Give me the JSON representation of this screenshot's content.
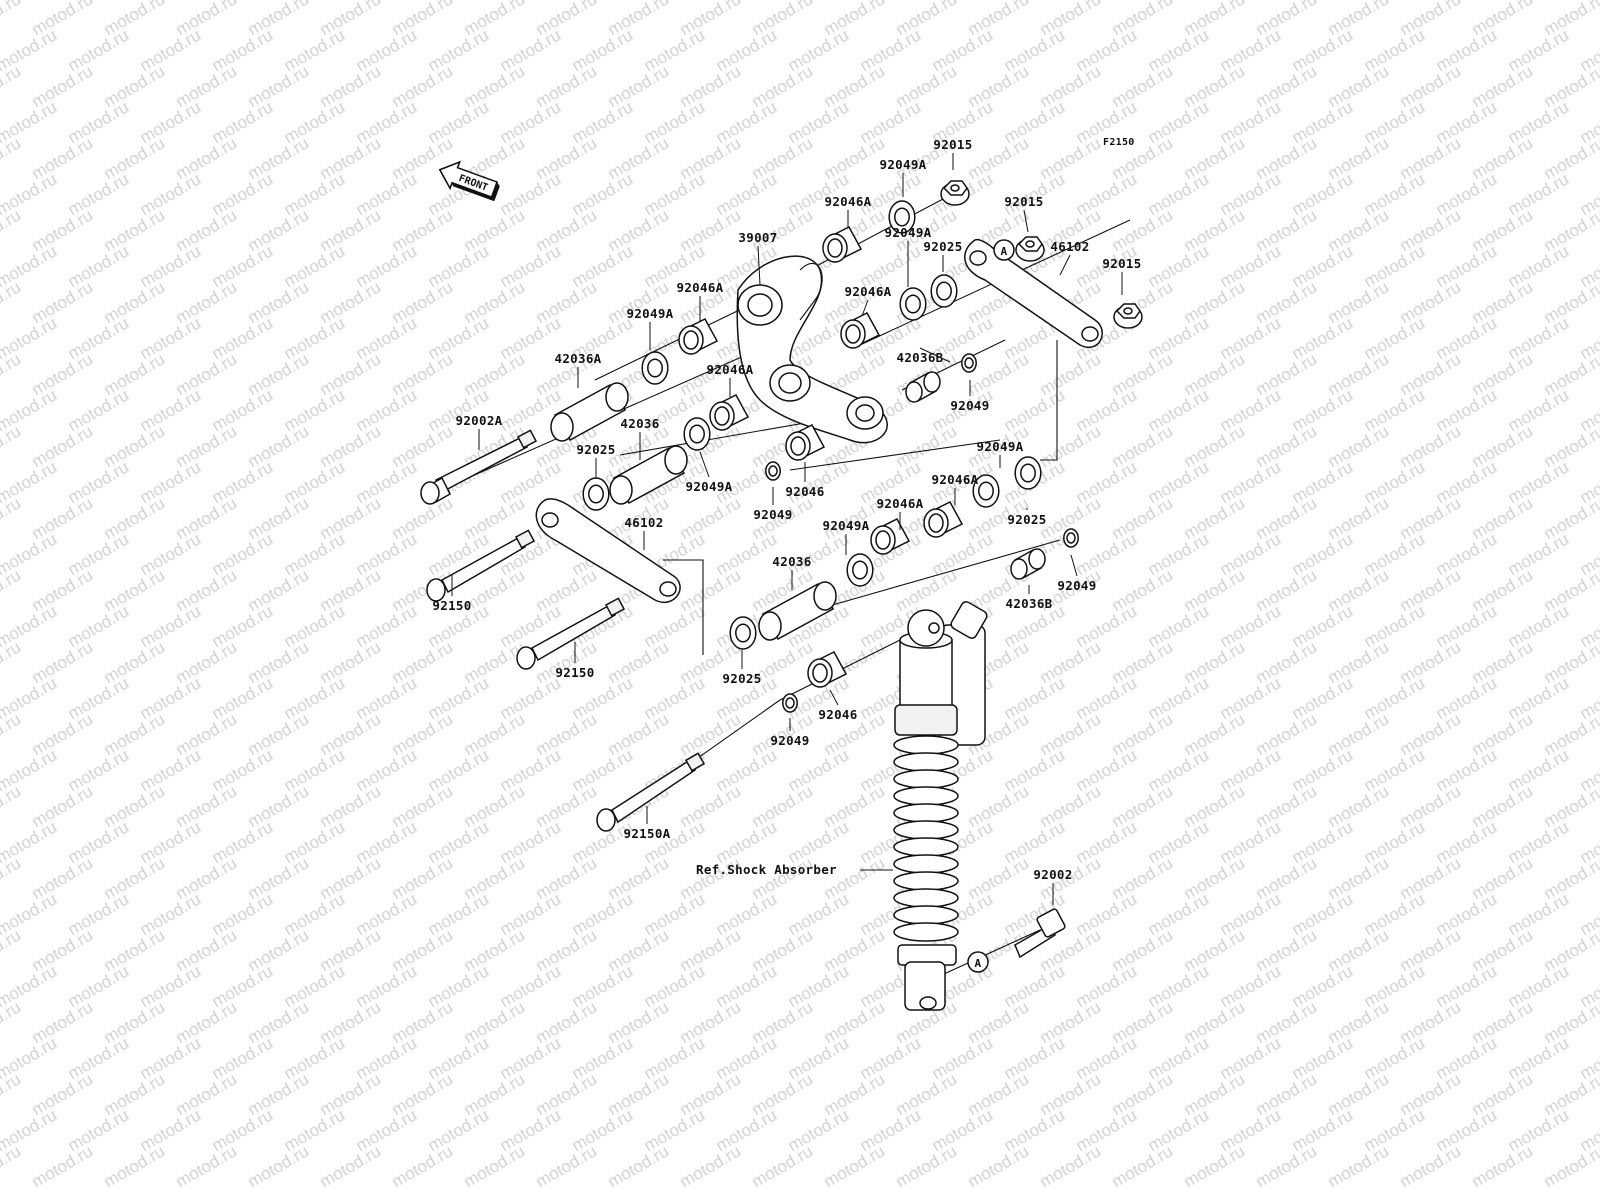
{
  "figure_code": "F2150",
  "front_label": "FRONT",
  "watermark": "motod.ru",
  "ref_label": "Ref.Shock Absorber",
  "ref_circle": "A",
  "parts": [
    {
      "id": "p1",
      "label": "92015"
    },
    {
      "id": "p2",
      "label": "92049A"
    },
    {
      "id": "p3",
      "label": "92046A"
    },
    {
      "id": "p4",
      "label": "92015"
    },
    {
      "id": "p5",
      "label": "39007"
    },
    {
      "id": "p6",
      "label": "92025"
    },
    {
      "id": "p7",
      "label": "92049A"
    },
    {
      "id": "p8",
      "label": "46102"
    },
    {
      "id": "p9",
      "label": "92015"
    },
    {
      "id": "p10",
      "label": "92046A"
    },
    {
      "id": "p11",
      "label": "92046A"
    },
    {
      "id": "p12",
      "label": "92049A"
    },
    {
      "id": "p13",
      "label": "42036B"
    },
    {
      "id": "p14",
      "label": "42036A"
    },
    {
      "id": "p15",
      "label": "92046A"
    },
    {
      "id": "p16",
      "label": "92049"
    },
    {
      "id": "p17",
      "label": "92002A"
    },
    {
      "id": "p18",
      "label": "42036"
    },
    {
      "id": "p19",
      "label": "92025"
    },
    {
      "id": "p20",
      "label": "92049A"
    },
    {
      "id": "p21",
      "label": "92049A"
    },
    {
      "id": "p22",
      "label": "92046"
    },
    {
      "id": "p23",
      "label": "92046A"
    },
    {
      "id": "p24",
      "label": "92049"
    },
    {
      "id": "p25",
      "label": "92046A"
    },
    {
      "id": "p26",
      "label": "92025"
    },
    {
      "id": "p27",
      "label": "46102"
    },
    {
      "id": "p28",
      "label": "92049A"
    },
    {
      "id": "p29",
      "label": "42036"
    },
    {
      "id": "p30",
      "label": "92049"
    },
    {
      "id": "p31",
      "label": "42036B"
    },
    {
      "id": "p32",
      "label": "92150"
    },
    {
      "id": "p33",
      "label": "92150"
    },
    {
      "id": "p34",
      "label": "92025"
    },
    {
      "id": "p35",
      "label": "92046"
    },
    {
      "id": "p36",
      "label": "92049"
    },
    {
      "id": "p37",
      "label": "92150A"
    },
    {
      "id": "p38",
      "label": "92002"
    }
  ]
}
